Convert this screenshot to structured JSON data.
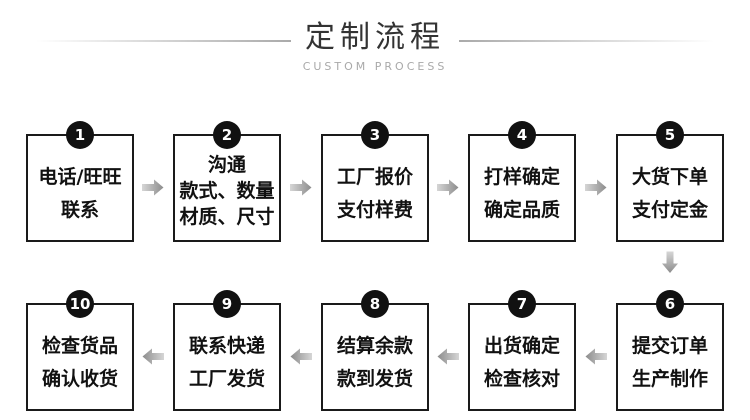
{
  "header": {
    "title": "定制流程",
    "subtitle": "CUSTOM PROCESS"
  },
  "steps": [
    {
      "num": "1",
      "lines": [
        "电话/旺旺",
        "联系"
      ]
    },
    {
      "num": "2",
      "lines": [
        "沟通",
        "款式、数量",
        "材质、尺寸"
      ]
    },
    {
      "num": "3",
      "lines": [
        "工厂报价",
        "支付样费"
      ]
    },
    {
      "num": "4",
      "lines": [
        "打样确定",
        "确定品质"
      ]
    },
    {
      "num": "5",
      "lines": [
        "大货下单",
        "支付定金"
      ]
    },
    {
      "num": "6",
      "lines": [
        "提交订单",
        "生产制作"
      ]
    },
    {
      "num": "7",
      "lines": [
        "出货确定",
        "检查核对"
      ]
    },
    {
      "num": "8",
      "lines": [
        "结算余款",
        "款到发货"
      ]
    },
    {
      "num": "9",
      "lines": [
        "联系快递",
        "工厂发货"
      ]
    },
    {
      "num": "10",
      "lines": [
        "检查货品",
        "确认收货"
      ]
    }
  ],
  "colors": {
    "background": "#ffffff",
    "box_border": "#1a1a1a",
    "badge_bg": "#111111",
    "badge_text": "#ffffff",
    "step_text": "#111111",
    "title_text": "#333333",
    "subtitle_text": "#a9a9a9",
    "arrow_light": "#d2d2d2",
    "arrow_dark": "#8c8c8c"
  }
}
